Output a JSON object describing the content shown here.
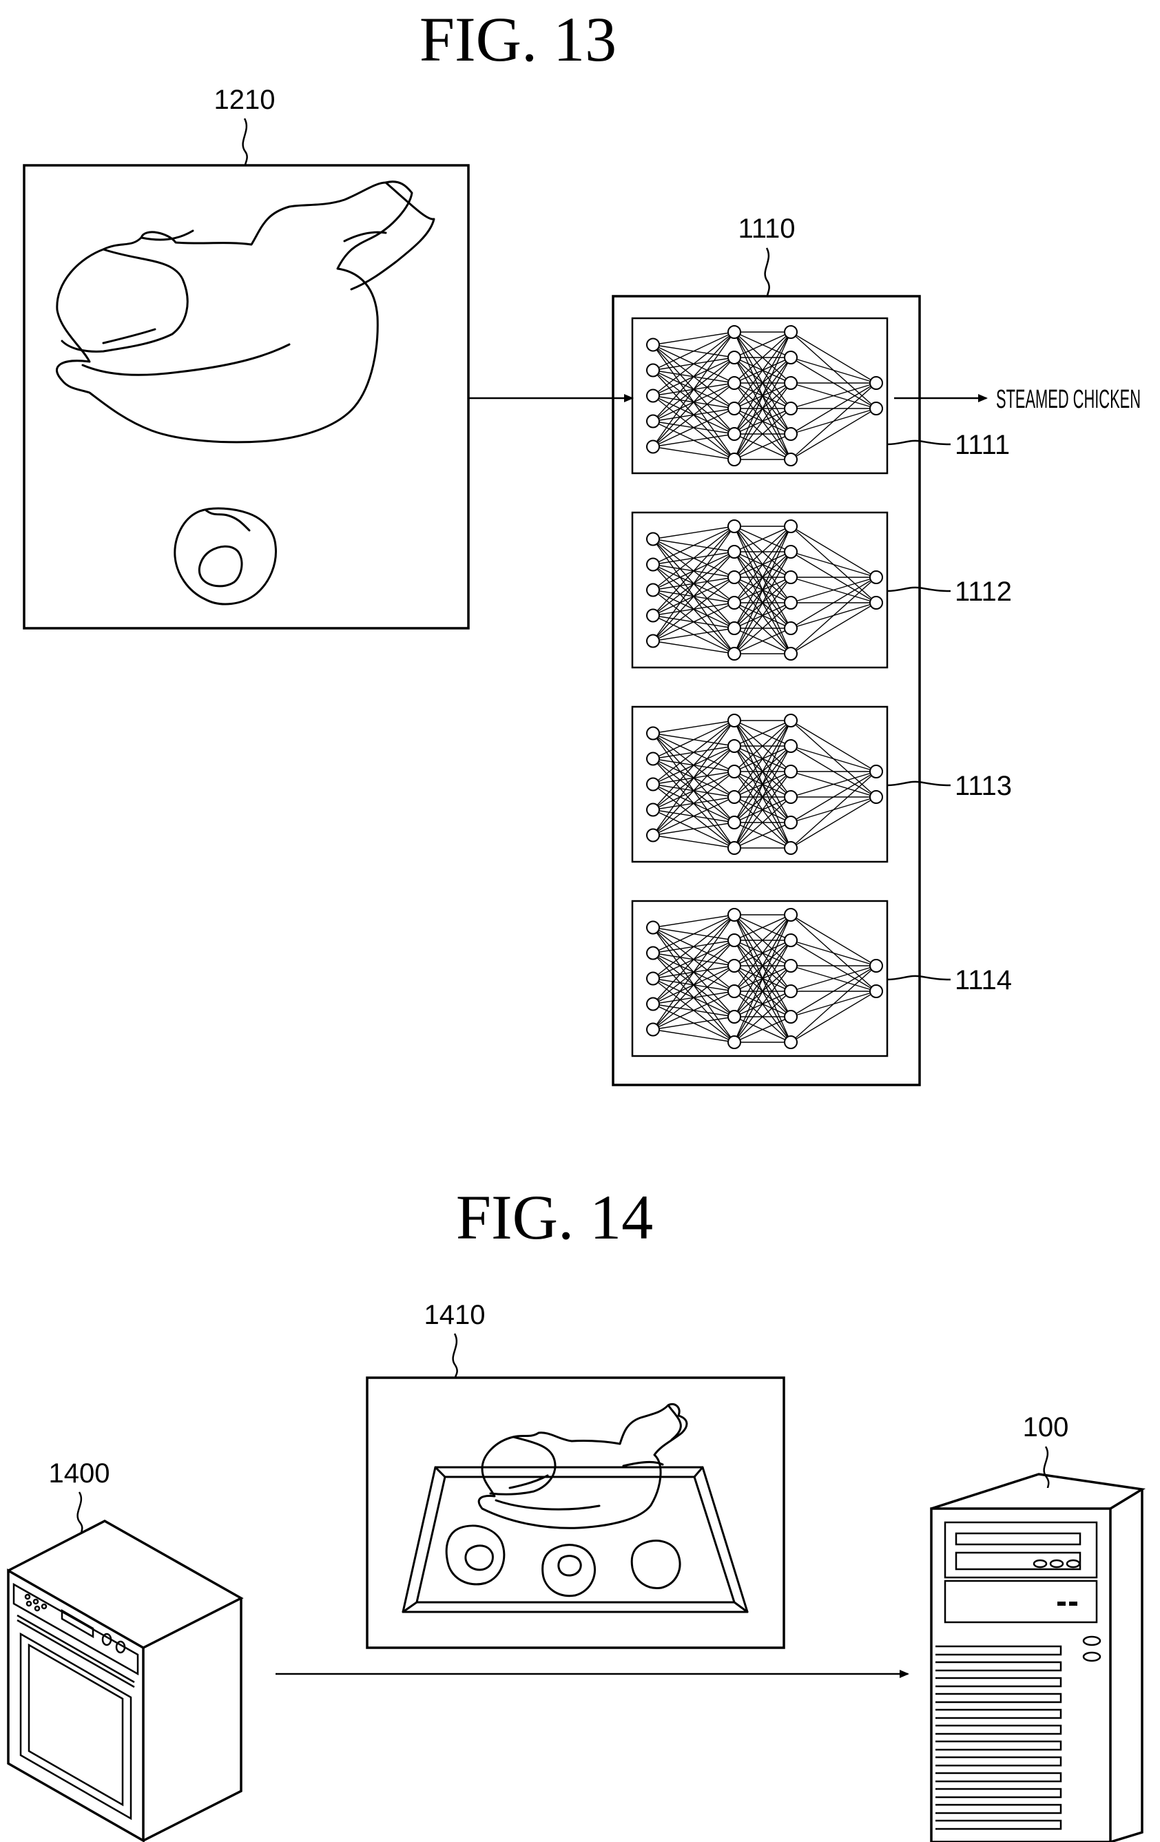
{
  "figures": {
    "fig13": {
      "title": "FIG. 13",
      "input_image_ref": "1210",
      "model_ref": "1110",
      "networks": [
        {
          "ref": "1111"
        },
        {
          "ref": "1112"
        },
        {
          "ref": "1113"
        },
        {
          "ref": "1114"
        }
      ],
      "output_label": "STEAMED CHICKEN"
    },
    "fig14": {
      "title": "FIG. 14",
      "image_ref": "1410",
      "oven_ref": "1400",
      "server_ref": "100"
    }
  },
  "network_structure": {
    "layers": [
      5,
      6,
      6,
      2
    ]
  },
  "icons": {
    "chicken": "roast-chicken-drawing",
    "potato": "potato-drawing",
    "oven": "oven-icon",
    "server": "server-tower-icon",
    "network": "neural-network-icon"
  }
}
